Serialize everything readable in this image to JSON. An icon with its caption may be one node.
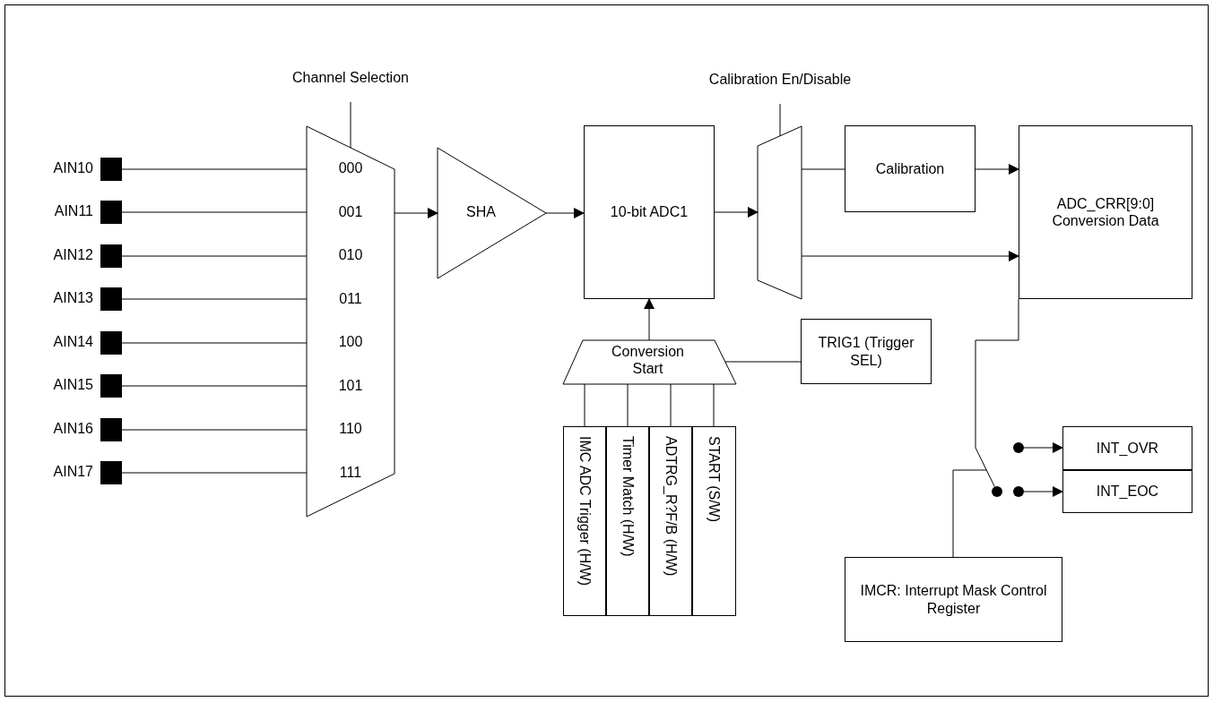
{
  "diagram": {
    "nodes": [
      {
        "text": [
          "Channel Selection"
        ]
      },
      {
        "text": [
          "AIN10"
        ]
      },
      {
        "text": [
          "AIN11"
        ]
      },
      {
        "text": [
          "AIN12"
        ]
      },
      {
        "text": [
          "AIN13"
        ]
      },
      {
        "text": [
          "AIN14"
        ]
      },
      {
        "text": [
          "AIN15"
        ]
      },
      {
        "text": [
          "AIN16"
        ]
      },
      {
        "text": [
          "AIN17"
        ]
      },
      {
        "text": [
          "000",
          "001",
          "010",
          "011",
          "100",
          "101",
          "110",
          "111"
        ]
      },
      {
        "text": [
          "SHA"
        ]
      },
      {
        "text": [
          "10-bit ADC1"
        ]
      },
      {
        "text": [
          "Calibration En/Disable"
        ]
      },
      {
        "text": [],
        "shape": "trapezoid"
      },
      {
        "text": [
          "Calibration"
        ]
      },
      {
        "text": [
          "ADC_CRR[9:0] Conversion Data"
        ]
      },
      {
        "text": [
          "Conversion Start"
        ]
      },
      {
        "text": [
          "TRIG1 (Trigger SEL)"
        ]
      },
      {
        "text": [
          "IMC ADC Trigger (H/W)"
        ]
      },
      {
        "text": [
          "Timer Match (H/W)"
        ]
      },
      {
        "text": [
          "ADTRG_R?F/B (H/W)"
        ]
      },
      {
        "text": [
          "START (S/W)"
        ]
      },
      {
        "text": [],
        "shape": "circle"
      },
      {
        "text": [
          "INT_OVR"
        ]
      },
      {
        "text": [],
        "shape": "circle"
      },
      {
        "text": [],
        "shape": "circle"
      },
      {
        "text": [
          "INT_EOC"
        ]
      },
      {
        "text": [
          "IMCR: Interrupt Mask Control Register"
        ]
      }
    ],
    "edges": [
      {
        "from": 1,
        "to": 9,
        "arrow": "none"
      },
      {
        "from": 2,
        "to": 9,
        "arrow": "none"
      },
      {
        "from": 3,
        "to": 9,
        "arrow": "none"
      },
      {
        "from": 4,
        "to": 9,
        "arrow": "none"
      },
      {
        "from": 5,
        "to": 9,
        "arrow": "none"
      },
      {
        "from": 6,
        "to": 9,
        "arrow": "none"
      },
      {
        "from": 7,
        "to": 9,
        "arrow": "none"
      },
      {
        "from": 8,
        "to": 9,
        "arrow": "none"
      },
      {
        "from": 0,
        "to": 9,
        "arrow": "none"
      },
      {
        "from": 9,
        "to": 10,
        "arrow": "to"
      },
      {
        "from": 10,
        "to": 11,
        "arrow": "to"
      },
      {
        "from": 11,
        "to": 13,
        "arrow": "to"
      },
      {
        "from": 12,
        "to": 13,
        "arrow": "none"
      },
      {
        "from": 13,
        "to": 14,
        "arrow": "none"
      },
      {
        "from": 14,
        "to": 15,
        "arrow": "to"
      },
      {
        "from": 13,
        "to": 15,
        "arrow": "to"
      },
      {
        "from": 16,
        "to": 11,
        "arrow": "to"
      },
      {
        "from": 17,
        "to": 16,
        "arrow": "none"
      },
      {
        "from": 18,
        "to": 16,
        "arrow": "none"
      },
      {
        "from": 19,
        "to": 16,
        "arrow": "none"
      },
      {
        "from": 20,
        "to": 16,
        "arrow": "none"
      },
      {
        "from": 21,
        "to": 16,
        "arrow": "none"
      },
      {
        "from": 15,
        "to": 24,
        "arrow": "none"
      },
      {
        "from": 22,
        "to": 23,
        "arrow": "to"
      },
      {
        "from": 25,
        "to": 26,
        "arrow": "to"
      },
      {
        "from": 27,
        "to": null,
        "arrow": "none"
      }
    ]
  }
}
